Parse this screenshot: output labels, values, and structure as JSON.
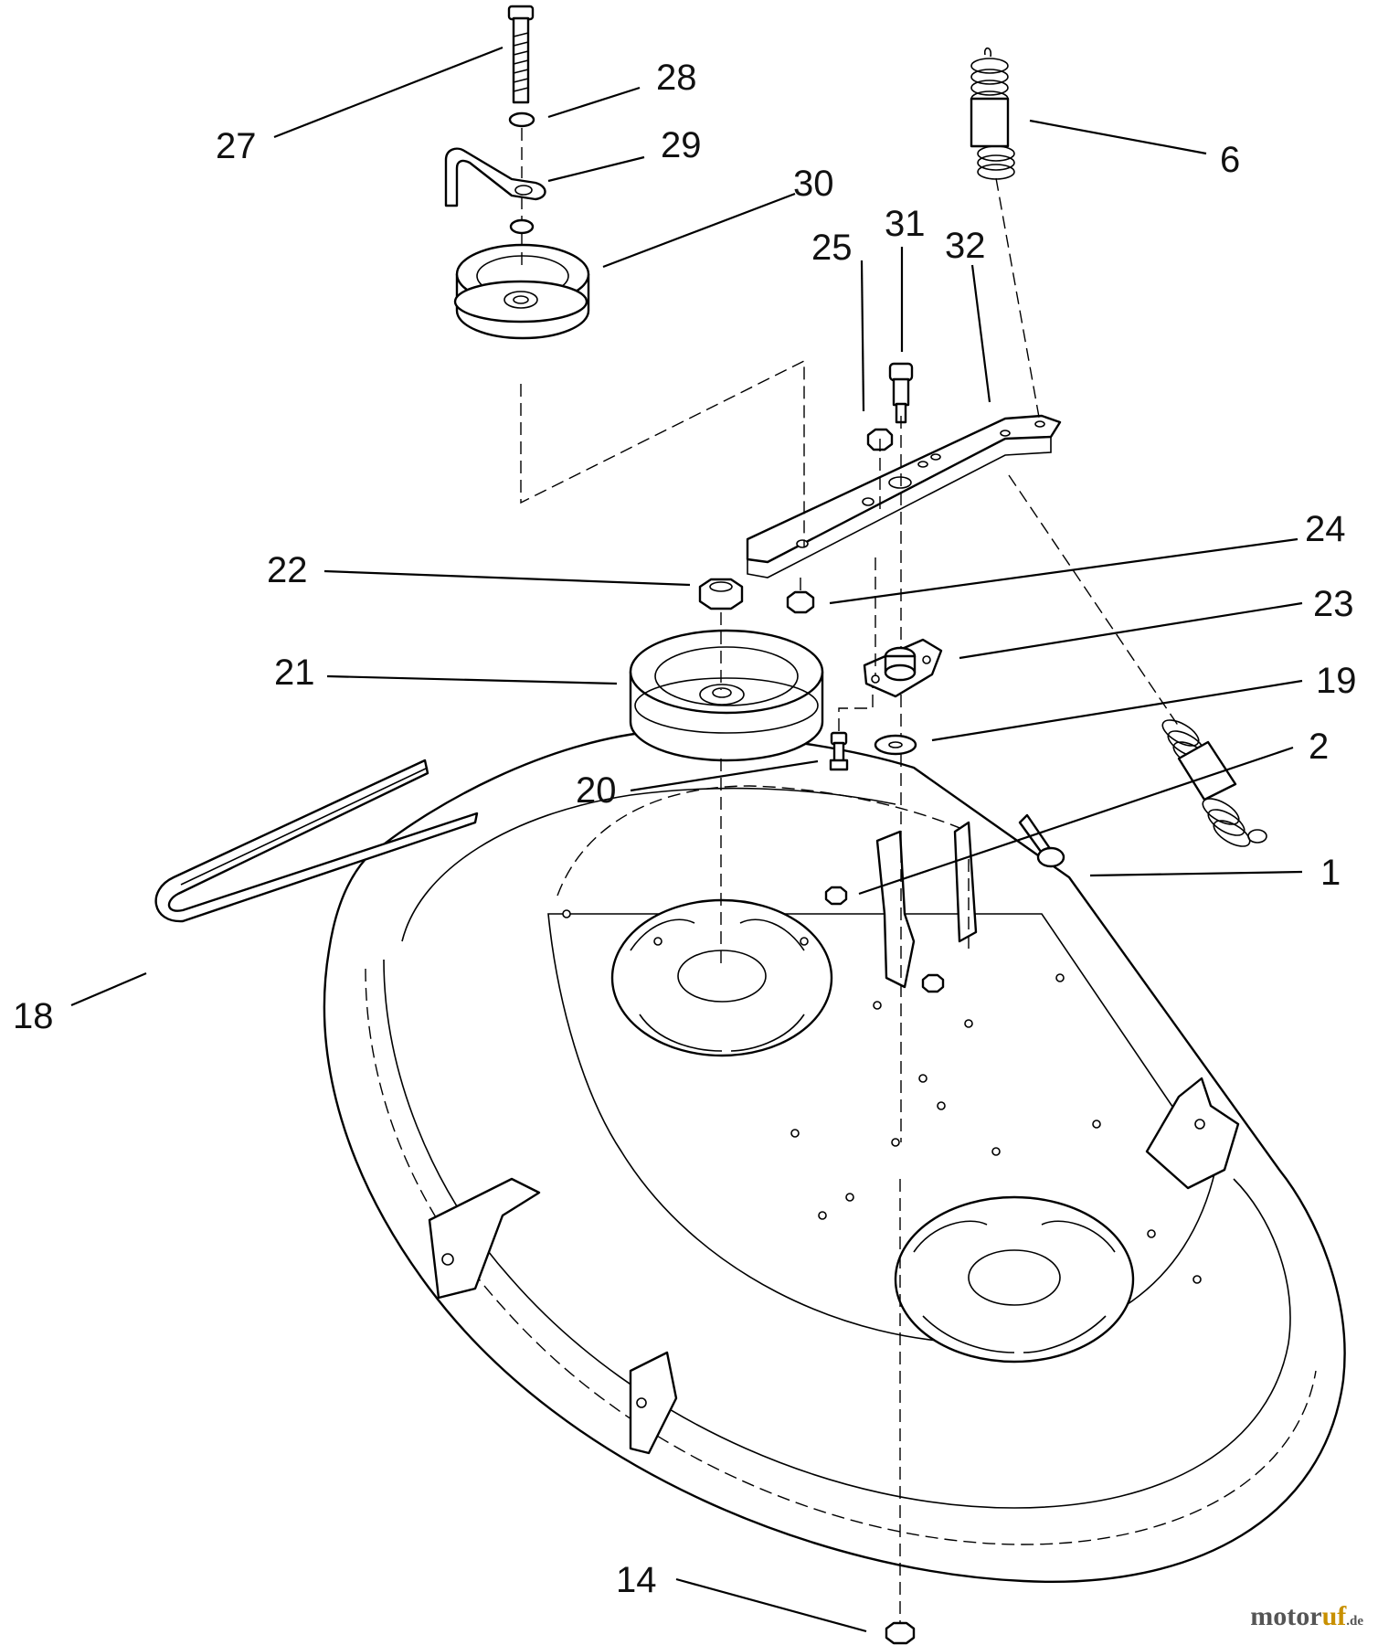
{
  "callouts": {
    "c1": "1",
    "c2": "2",
    "c6": "6",
    "c14": "14",
    "c18": "18",
    "c19": "19",
    "c20": "20",
    "c21": "21",
    "c22": "22",
    "c23": "23",
    "c24": "24",
    "c25": "25",
    "c27": "27",
    "c28": "28",
    "c29": "29",
    "c30": "30",
    "c31": "31",
    "c32": "32"
  },
  "watermark": {
    "part1": "motor",
    "part2": "uf",
    "part3": ".de"
  }
}
